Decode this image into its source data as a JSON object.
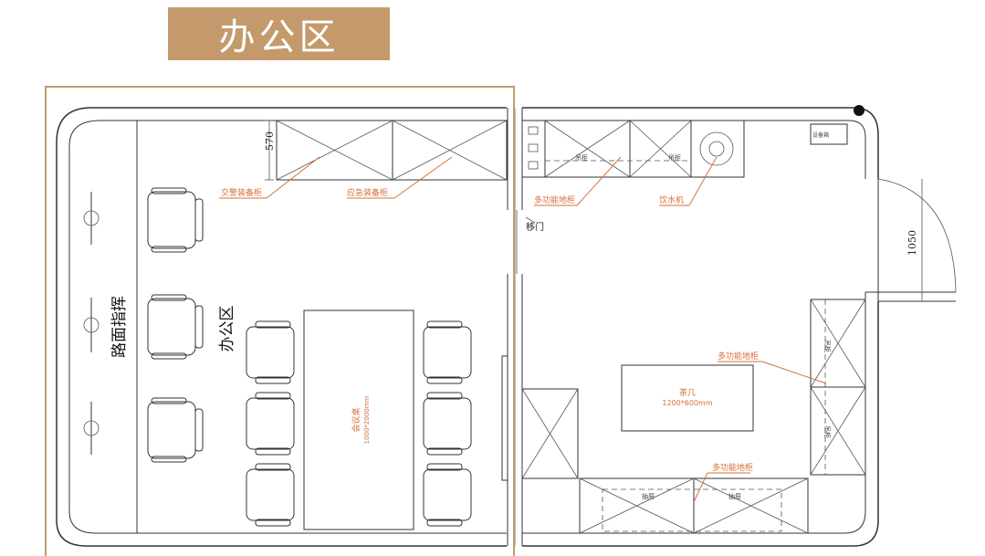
{
  "title": "办公区",
  "labels": {
    "road_command": "路面指挥",
    "office_zone": "办公区",
    "traffic_cabinet": "交警装备柜",
    "emergency_cabinet": "应急装备柜",
    "multi_cabinet_top": "多功能地柜",
    "multi_cabinet_right": "多功能地柜",
    "multi_cabinet_bottom": "多功能地柜",
    "water_dispenser": "饮水机",
    "sliding_door": "移门",
    "meeting_table_name": "会议桌",
    "meeting_table_size": "1000*2000mm",
    "tea_table_name": "茶几",
    "tea_table_size": "1200*600mm",
    "hanging_cabinet_left": "吊柜",
    "hanging_cabinet_right": "吊柜",
    "drawer_left": "抽屉",
    "drawer_right": "抽屉",
    "cabinet_side_top": "吊柜",
    "cabinet_side_bottom": "吊柜",
    "equipment_box": "设备箱"
  },
  "dimensions": {
    "cabinet_depth": "570",
    "door_width": "1050"
  },
  "colors": {
    "title_bg": "#c49a6c",
    "highlight_frame": "#c49a6c",
    "label_red": "#d4703a"
  }
}
